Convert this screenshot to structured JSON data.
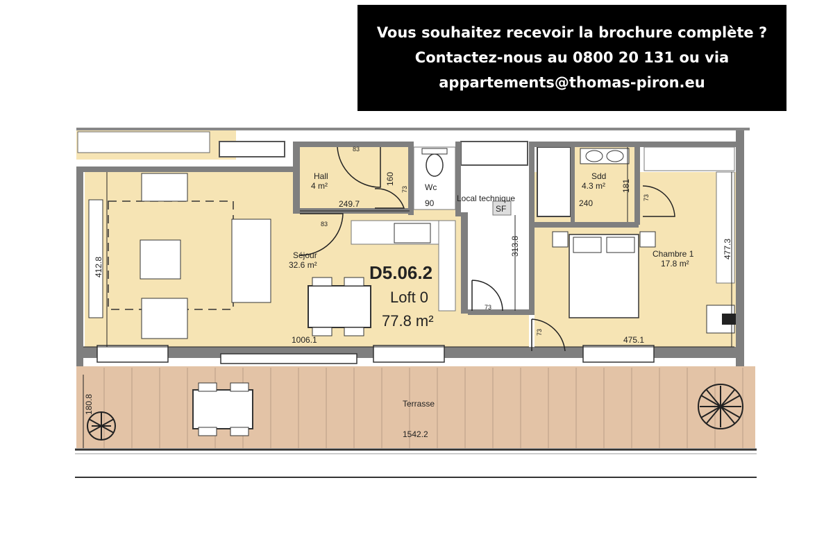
{
  "banner": {
    "line1": "Vous souhaitez recevoir la brochure complète ?",
    "line2": "Contactez-nous au 0800 20 131 ou via",
    "line3": "appartements@thomas-piron.eu"
  },
  "unit": {
    "code": "D5.06.2",
    "type": "Loft 0",
    "area": "77.8 m²"
  },
  "rooms": {
    "hall": {
      "name": "Hall",
      "area": "4 m²",
      "width": "249.7",
      "door": "83",
      "depth": "160"
    },
    "wc": {
      "name": "Wc",
      "width": "90"
    },
    "local": {
      "name": "Local technique",
      "sf": "SF",
      "depth": "313.8"
    },
    "sdd": {
      "name": "Sdd",
      "area": "4.3 m²",
      "width": "240",
      "depth": "181"
    },
    "sejour": {
      "name": "Séjour",
      "area": "32.6 m²",
      "depth": "412.8",
      "width": "1006.1",
      "door": "83"
    },
    "chambre": {
      "name": "Chambre 1",
      "area": "17.8 m²",
      "depth": "477.3",
      "width": "475.1"
    },
    "terrasse": {
      "name": "Terrasse",
      "width": "1542.2",
      "depth": "180.8"
    }
  },
  "doors": {
    "d73": "73"
  },
  "colors": {
    "room_fill": "#f6e4b4",
    "terrace_fill": "#e3c3a6",
    "wall": "#7f7f7f",
    "banner_bg": "#000000"
  }
}
